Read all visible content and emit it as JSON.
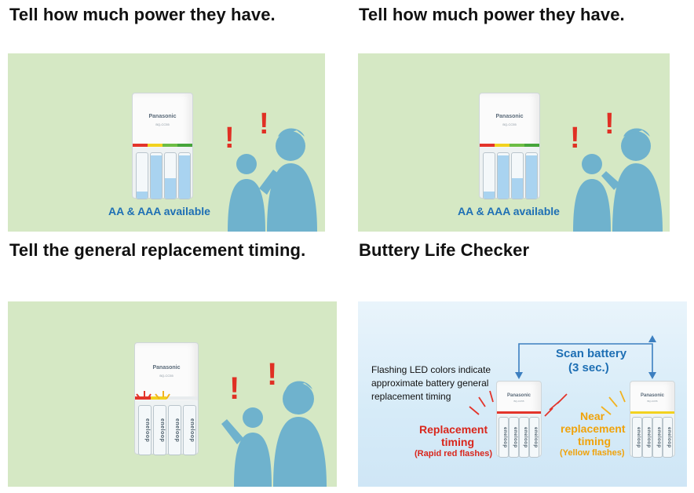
{
  "headings": {
    "top_left": "Tell how much power they have.",
    "top_right": "Tell how much power they have.",
    "bottom_left": "Tell the general replacement timing.",
    "bottom_right": "Buttery Life Checker"
  },
  "charger": {
    "brand": "Panasonic",
    "model": "BQ-CC55",
    "battery_brand": "eneloop"
  },
  "panel1": {
    "caption": "AA & AAA available",
    "levels": [
      0.15,
      0.95,
      0.45,
      0.95
    ]
  },
  "panel2": {
    "caption": "AA & AAA available",
    "levels": [
      0.15,
      0.95,
      0.45,
      0.95
    ]
  },
  "panel4": {
    "scan_title": "Scan battery",
    "scan_sub": "(3 sec.)",
    "led_note_1": "Flashing LED colors indicate",
    "led_note_2": "approximate battery general",
    "led_note_3": "replacement timing",
    "replace_1": "Replacement",
    "replace_2": "timing",
    "replace_3": "(Rapid red flashes)",
    "near_1": "Near",
    "near_2": "replacement",
    "near_3": "timing",
    "near_4": "(Yellow flashes)"
  },
  "colors": {
    "green_bg": "#d5e8c4",
    "people": "#6fb2cd",
    "alert_red": "#e03024",
    "caption_blue": "#1e6fb4",
    "red_text": "#d9261c",
    "orange_text": "#f0a20a"
  },
  "icons": [
    "exclamation-icon",
    "person-child-icon",
    "person-adult-icon",
    "scan-arrow-icon"
  ]
}
